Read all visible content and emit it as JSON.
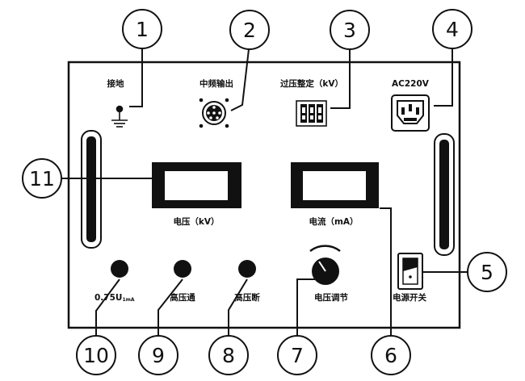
{
  "panel": {
    "labels": {
      "ground": "接地",
      "mid_freq_output": "中频输出",
      "overvoltage_setting": "过压整定（kV）",
      "ac_power": "AC220V",
      "voltage_meter": "电压（kV）",
      "current_meter": "电流（mA）",
      "measure_jack": "0.75U",
      "measure_jack_sub": "1mA",
      "hv_on": "高压通",
      "hv_off": "高压断",
      "voltage_adjust": "电压调节",
      "power_switch": "电源开关"
    }
  },
  "callouts": {
    "c1": "1",
    "c2": "2",
    "c3": "3",
    "c4": "4",
    "c5": "5",
    "c6": "6",
    "c7": "7",
    "c8": "8",
    "c9": "9",
    "c10": "10",
    "c11": "11"
  }
}
